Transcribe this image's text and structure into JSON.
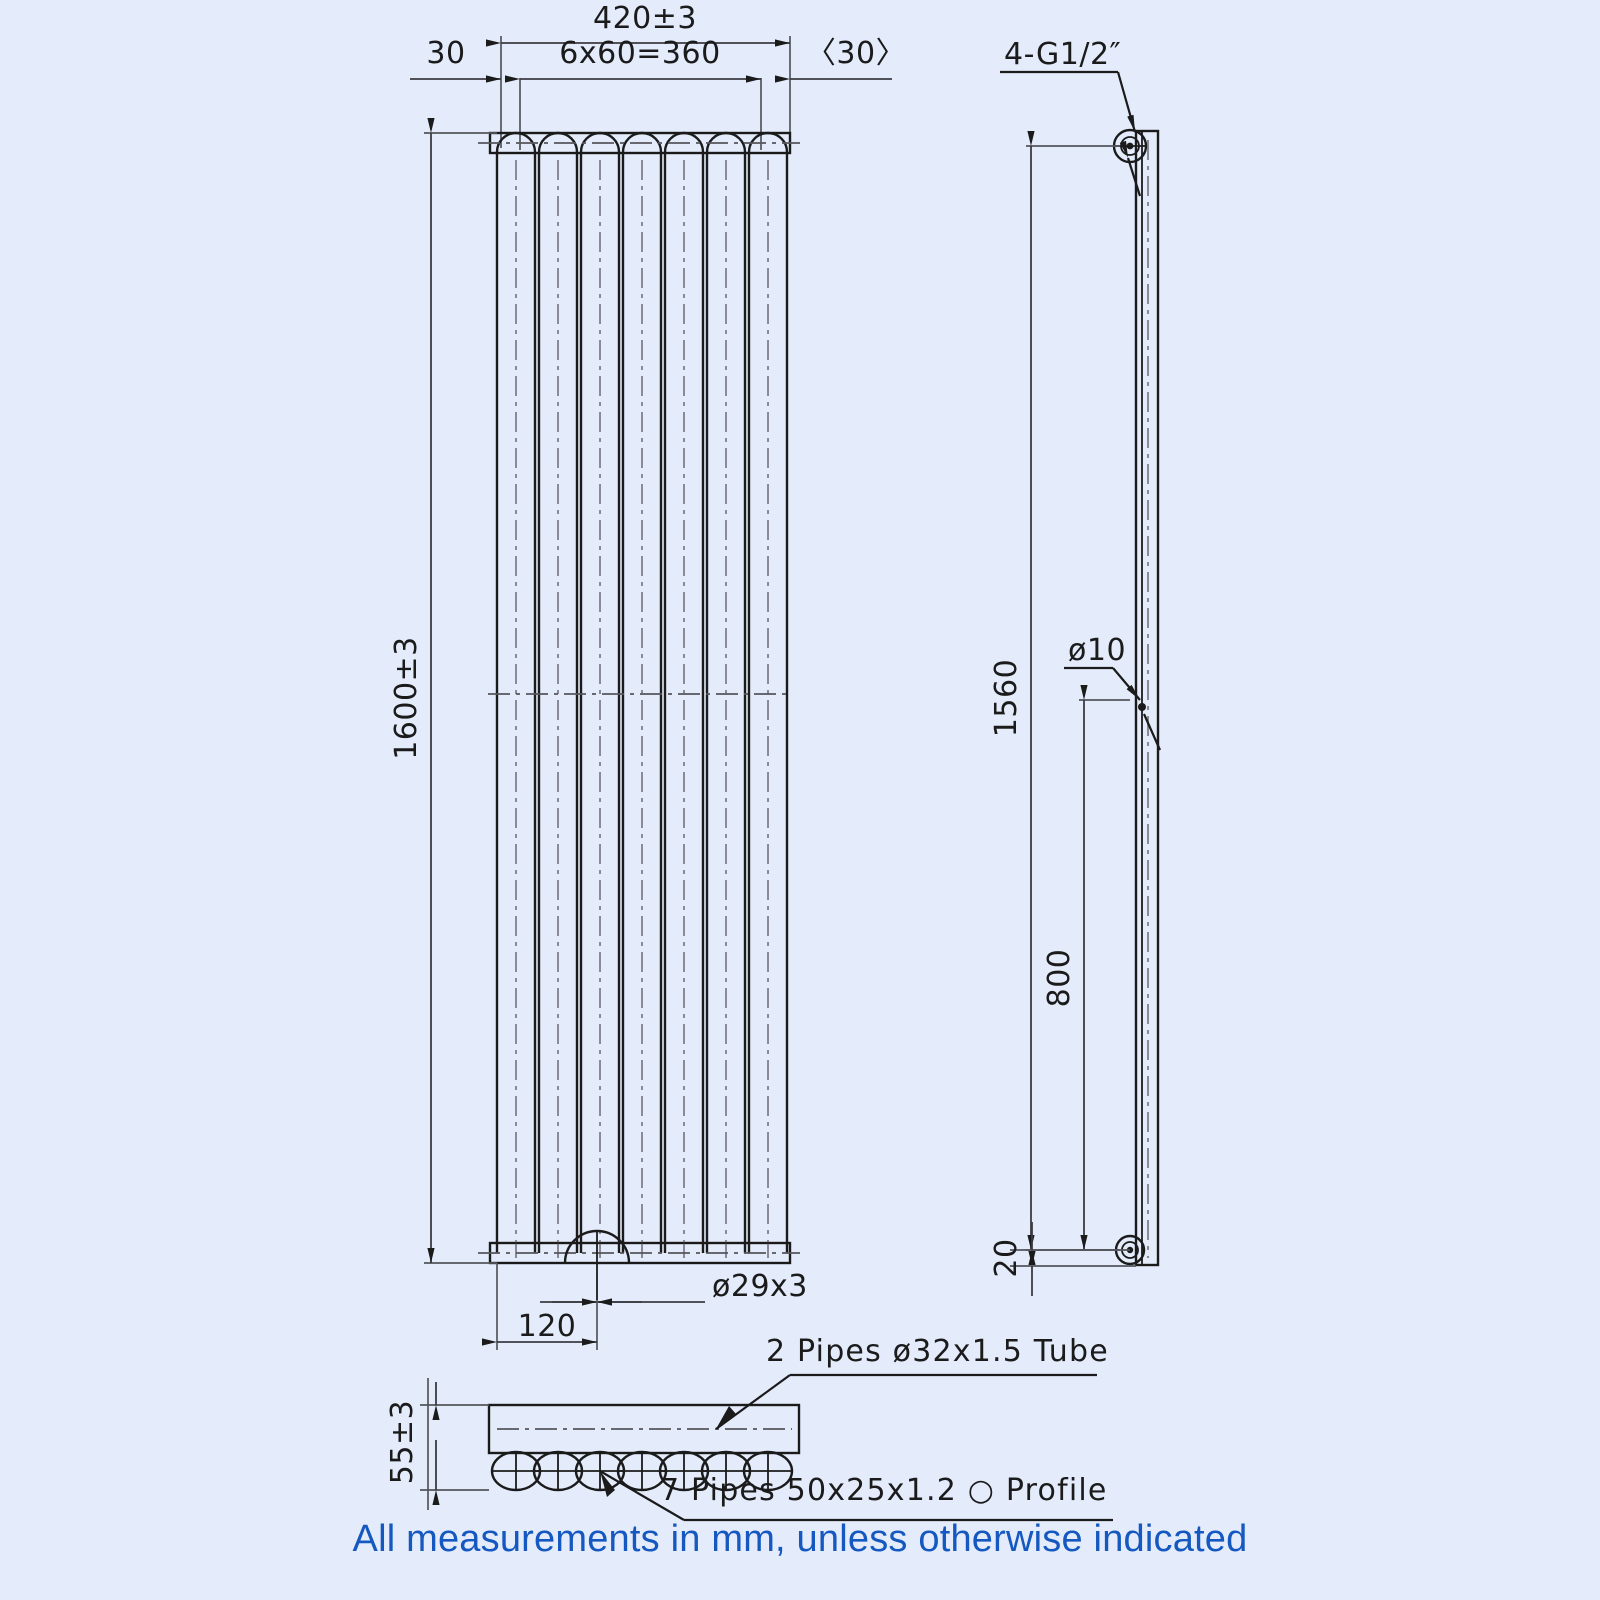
{
  "drawing": {
    "title": "Vertical Column Radiator Technical Drawing",
    "background_color": "#e4ecfc",
    "line_color": "#1b1b1b",
    "note_color": "#1558bf"
  },
  "front_view": {
    "dimensions": {
      "overall_width": "420±3",
      "pitch": "6x60=360",
      "left_offset": "30",
      "right_offset": "〈30〉",
      "overall_height": "1600±3",
      "port_offset": "120",
      "port_spec": "ø29x3"
    },
    "tube_count": 7
  },
  "side_view": {
    "dimensions": {
      "bracket_span": "1560",
      "lower_span": "800",
      "bottom_offset": "20",
      "hole_spec": "ø10",
      "port_thread": "4-G1/2″"
    }
  },
  "section_view": {
    "dimensions": {
      "depth": "55±3"
    },
    "callouts": [
      "2 Pipes  ø32x1.5  Tube",
      "7 Pipes  50x25x1.2  ○  Profile"
    ],
    "profile_count": 7
  },
  "footer": {
    "note": "All measurements in mm, unless otherwise indicated"
  }
}
